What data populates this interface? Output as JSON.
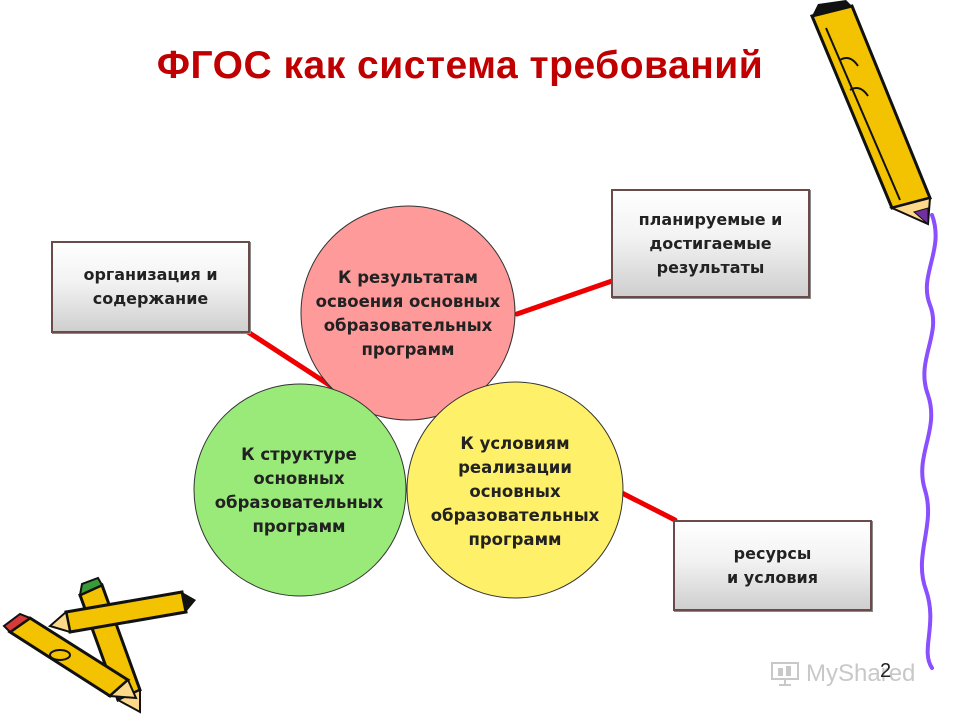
{
  "slide": {
    "title": "ФГОС как система требований",
    "page_number": "2"
  },
  "circles": {
    "top": {
      "lines": [
        "К результатам",
        "освоения основных",
        "образовательных",
        "программ"
      ],
      "color": "#ff9a9a"
    },
    "left": {
      "lines": [
        "К структуре",
        "основных",
        "образовательных",
        "программ"
      ],
      "color": "#9aea7a"
    },
    "right": {
      "lines": [
        "К условиям",
        "реализации",
        "основных",
        "образовательных",
        "программ"
      ],
      "color": "#fff06a"
    }
  },
  "boxes": {
    "org": {
      "lines": [
        "организация и",
        "содержание"
      ]
    },
    "results": {
      "lines": [
        "планируемые и",
        "достигаемые",
        "результаты"
      ]
    },
    "resources": {
      "lines": [
        "ресурсы",
        "и условия"
      ]
    }
  },
  "colors": {
    "title": "#c00000",
    "connector": "#ee0000",
    "pencil_body": "#f3c200",
    "pencil_lead": "#7030a0",
    "squiggle": "#8a4fff"
  },
  "watermark": {
    "text": "MyShared",
    "icon": "presentation-icon"
  }
}
